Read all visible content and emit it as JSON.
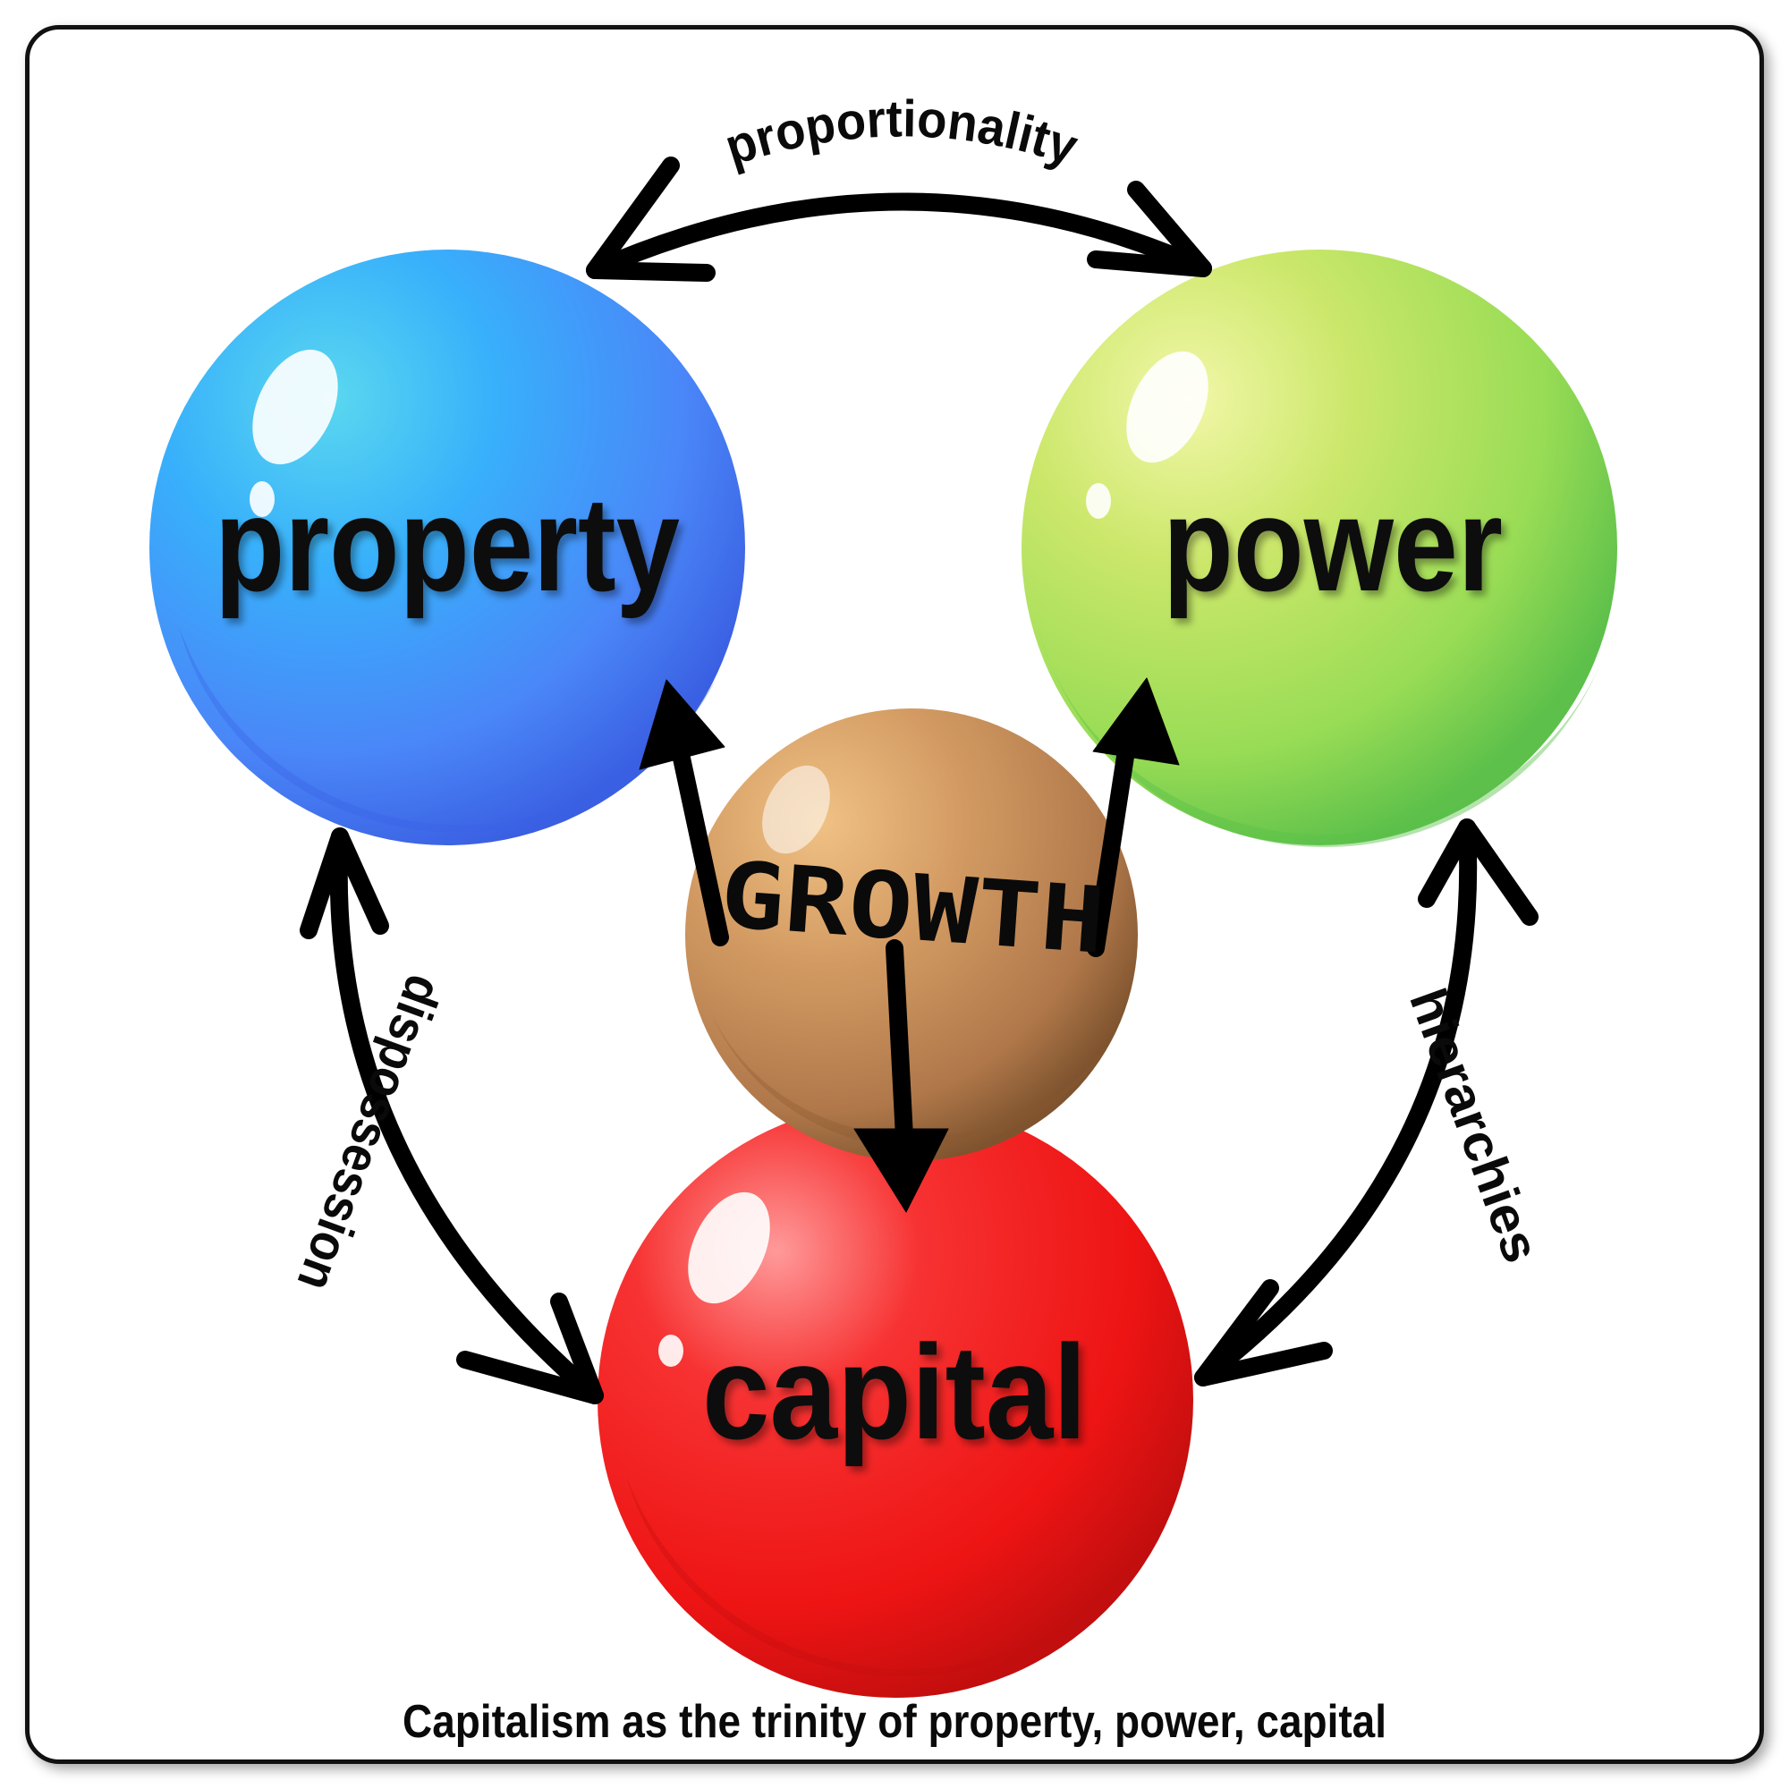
{
  "diagram": {
    "nodes": {
      "property": {
        "label": "property",
        "color": "#3d8cf5",
        "highlight": "#56d4f2",
        "shade": "#3a62e6"
      },
      "power": {
        "label": "power",
        "color": "#9bde52",
        "highlight": "#e3f27a",
        "shade": "#5cc249"
      },
      "capital": {
        "label": "capital",
        "color": "#f21616",
        "highlight": "#ff8a8a",
        "shade": "#c40f0f"
      },
      "growth": {
        "label": "GROWTH",
        "color": "#c48b52",
        "highlight": "#eab47a",
        "shade": "#8a5a32"
      }
    },
    "edges": {
      "property_power": "proportionality",
      "property_capital": "dispossession",
      "power_capital": "hierarchies"
    },
    "caption": "Capitalism as the trinity of property, power, capital"
  }
}
